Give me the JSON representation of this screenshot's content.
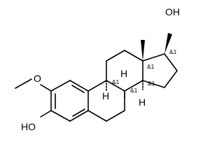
{
  "structure": {
    "atom_labels": {
      "oh_top": "OH",
      "oh_bottom": "HO",
      "methoxy_o": "O",
      "h_b": "H",
      "h_c": "H",
      "h_d": "H"
    },
    "stereo_labels": {
      "c17": "&1",
      "c13": "&1",
      "c9": "&1",
      "c8": "&1",
      "c14": "&1"
    }
  }
}
